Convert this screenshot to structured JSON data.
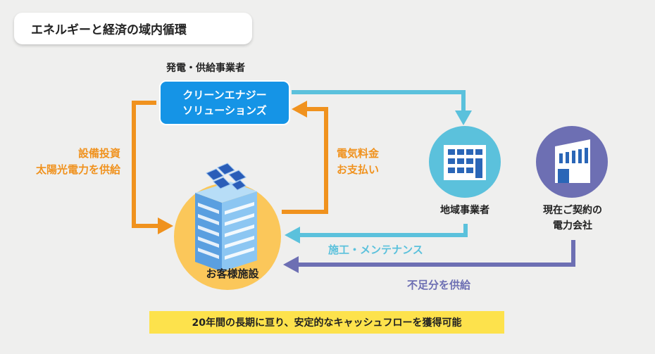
{
  "title": "エネルギーと経済の域内循環",
  "supplier": {
    "role_label": "発電・供給事業者",
    "name_line1": "クリーンエナジー",
    "name_line2": "ソリューションズ"
  },
  "flows": {
    "left_line1": "設備投資",
    "left_line2": "太陽光電力を供給",
    "right_line1": "電気料金",
    "right_line2": "お支払い",
    "maintenance": "施工・メンテナンス",
    "shortage": "不足分を供給"
  },
  "customer_label": "お客様施設",
  "local_business_label": "地域事業者",
  "current_power": {
    "line1": "現在ご契約の",
    "line2": "電力会社"
  },
  "banner": "20年間の長期に亘り、安定的なキャッシュフローを獲得可能",
  "colors": {
    "orange": "#f0921e",
    "blue": "#1594e6",
    "light_blue": "#5bc1dc",
    "purple": "#6d6fb3",
    "yellow": "#fde24c",
    "customer_circle": "#fbc75a"
  }
}
